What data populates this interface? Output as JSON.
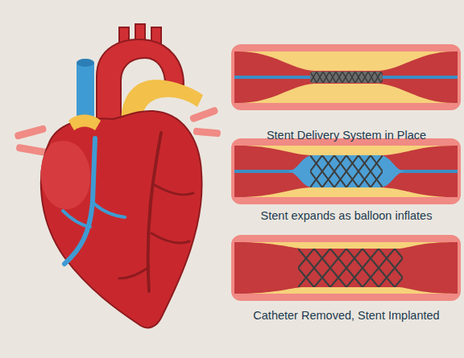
{
  "diagram": {
    "labels": [
      "Stent Delivery System in Place",
      "Stent expands as balloon inflates",
      "Catheter Removed, Stent Implanted"
    ]
  }
}
